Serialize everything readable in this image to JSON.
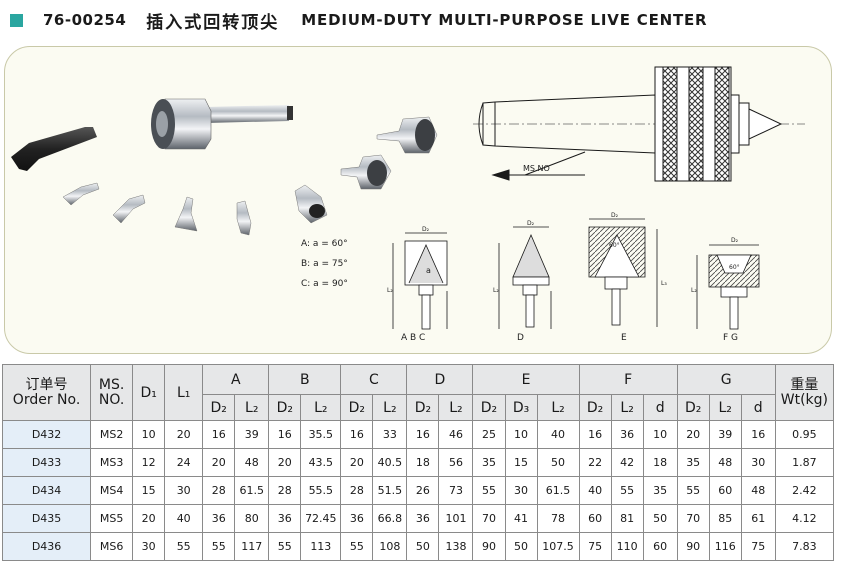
{
  "header": {
    "code": "76-00254",
    "title_cn": "插入式回转顶尖",
    "title_en": "MEDIUM-DUTY MULTI-PURPOSE LIVE CENTER"
  },
  "colors": {
    "accent_square": "#2aa6a0",
    "first_col_bg": "#e4eef8",
    "header_bg": "#e6e7e8"
  },
  "figure": {
    "angles": [
      "A:  a = 60°",
      "B:  a = 75°",
      "C:  a = 90°"
    ],
    "ms_label": "MS.NO",
    "drawings": [
      "A B C",
      "D",
      "E",
      "F G"
    ],
    "dims": {
      "d2": "D₂",
      "d1": "D₁",
      "l2": "L₂",
      "l3": "L₃",
      "a": "a",
      "e_angle": "60°",
      "fg_angle": "60°",
      "d3": "d",
      "fg_d": "d"
    }
  },
  "table": {
    "h_order_cn": "订单号",
    "h_order_en": "Order No.",
    "h_ms1": "MS.",
    "h_ms2": "NO.",
    "h_d1": "D₁",
    "h_l1": "L₁",
    "groups": [
      "A",
      "B",
      "C",
      "D",
      "E",
      "F",
      "G"
    ],
    "h_weight1": "重量",
    "h_weight2": "Wt(kg)",
    "sub": [
      "D₂",
      "L₂",
      "D₂",
      "L₂",
      "D₂",
      "L₂",
      "D₂",
      "L₂",
      "D₂",
      "D₃",
      "L₂",
      "D₂",
      "L₂",
      "d",
      "D₂",
      "L₂",
      "d"
    ],
    "rows": [
      [
        "D432",
        "MS2",
        "10",
        "20",
        "16",
        "39",
        "16",
        "35.5",
        "16",
        "33",
        "16",
        "46",
        "25",
        "10",
        "40",
        "16",
        "36",
        "10",
        "20",
        "39",
        "16",
        "0.95"
      ],
      [
        "D433",
        "MS3",
        "12",
        "24",
        "20",
        "48",
        "20",
        "43.5",
        "20",
        "40.5",
        "18",
        "56",
        "35",
        "15",
        "50",
        "22",
        "42",
        "18",
        "35",
        "48",
        "30",
        "1.87"
      ],
      [
        "D434",
        "MS4",
        "15",
        "30",
        "28",
        "61.5",
        "28",
        "55.5",
        "28",
        "51.5",
        "26",
        "73",
        "55",
        "30",
        "61.5",
        "40",
        "55",
        "35",
        "55",
        "60",
        "48",
        "2.42"
      ],
      [
        "D435",
        "MS5",
        "20",
        "40",
        "36",
        "80",
        "36",
        "72.45",
        "36",
        "66.8",
        "36",
        "101",
        "70",
        "41",
        "78",
        "60",
        "81",
        "50",
        "70",
        "85",
        "61",
        "4.12"
      ],
      [
        "D436",
        "MS6",
        "30",
        "55",
        "55",
        "117",
        "55",
        "113",
        "55",
        "108",
        "50",
        "138",
        "90",
        "50",
        "107.5",
        "75",
        "110",
        "60",
        "90",
        "116",
        "75",
        "7.83"
      ]
    ]
  }
}
